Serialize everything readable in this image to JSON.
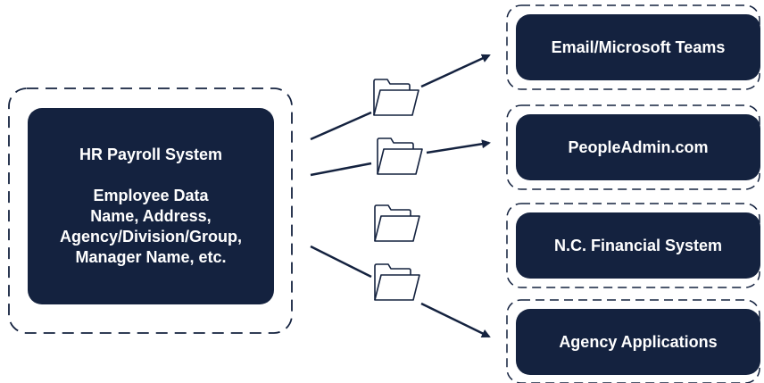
{
  "source": {
    "title": "HR Payroll System",
    "lines": [
      "Employee Data",
      "Name, Address,",
      "Agency/Division/Group,",
      "Manager Name, etc."
    ]
  },
  "targets": [
    {
      "label": "Email/Microsoft Teams"
    },
    {
      "label": "PeopleAdmin.com"
    },
    {
      "label": "N.C. Financial System"
    },
    {
      "label": "Agency Applications"
    }
  ],
  "icons": {
    "folder": "folder-icon",
    "arrow": "arrow-icon"
  },
  "colors": {
    "box_fill": "#14223f",
    "box_text": "#ffffff",
    "dash": "#14223f"
  }
}
